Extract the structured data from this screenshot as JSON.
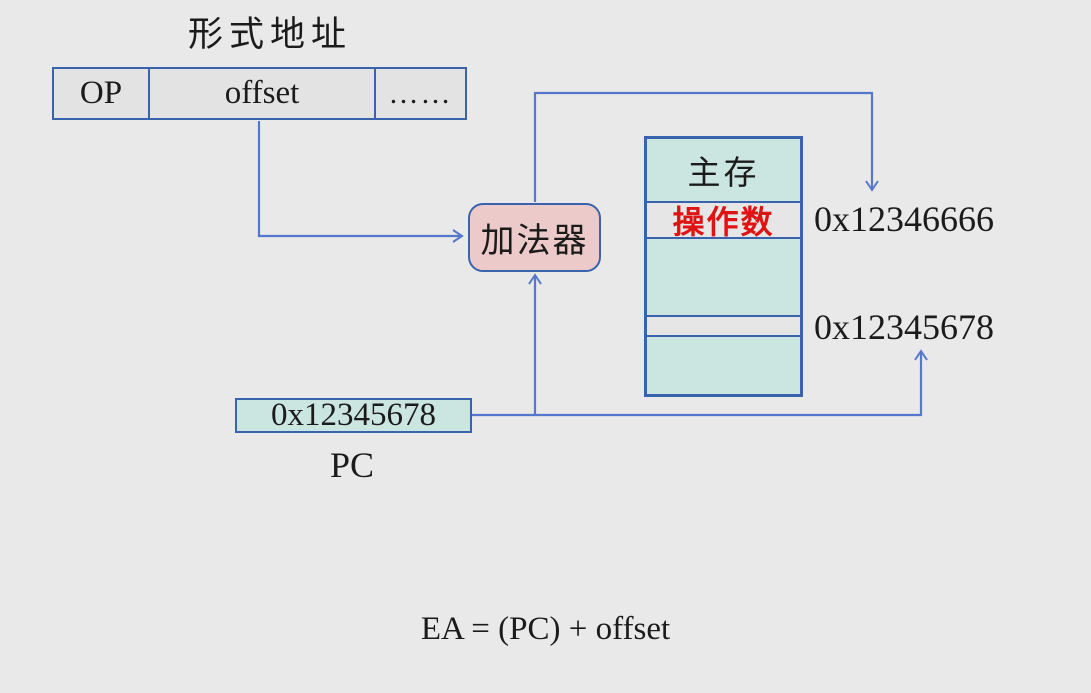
{
  "title": "形式地址",
  "instruction": {
    "fields": [
      {
        "name": "opcode",
        "label": "OP"
      },
      {
        "name": "offset",
        "label": "offset"
      },
      {
        "name": "rest",
        "label": "……"
      }
    ]
  },
  "adder": {
    "label": "加法器"
  },
  "memory": {
    "title": "主存",
    "operand_label": "操作数",
    "operand_address": "0x12346666",
    "pc_row_address": "0x12345678"
  },
  "pc": {
    "value": "0x12345678",
    "label": "PC"
  },
  "formula": "EA = (PC) + offset",
  "colors": {
    "background": "#e9e9e9",
    "border-blue": "#3a63ae",
    "arrow-blue": "#5577cc",
    "cell-gray": "#e3e3e3",
    "operand-gray": "#e6e6e6",
    "memory-teal": "#cbe5e1",
    "adder-pink": "#edcaca",
    "operand-red": "#e01313",
    "ink": "#1b1b1b"
  }
}
